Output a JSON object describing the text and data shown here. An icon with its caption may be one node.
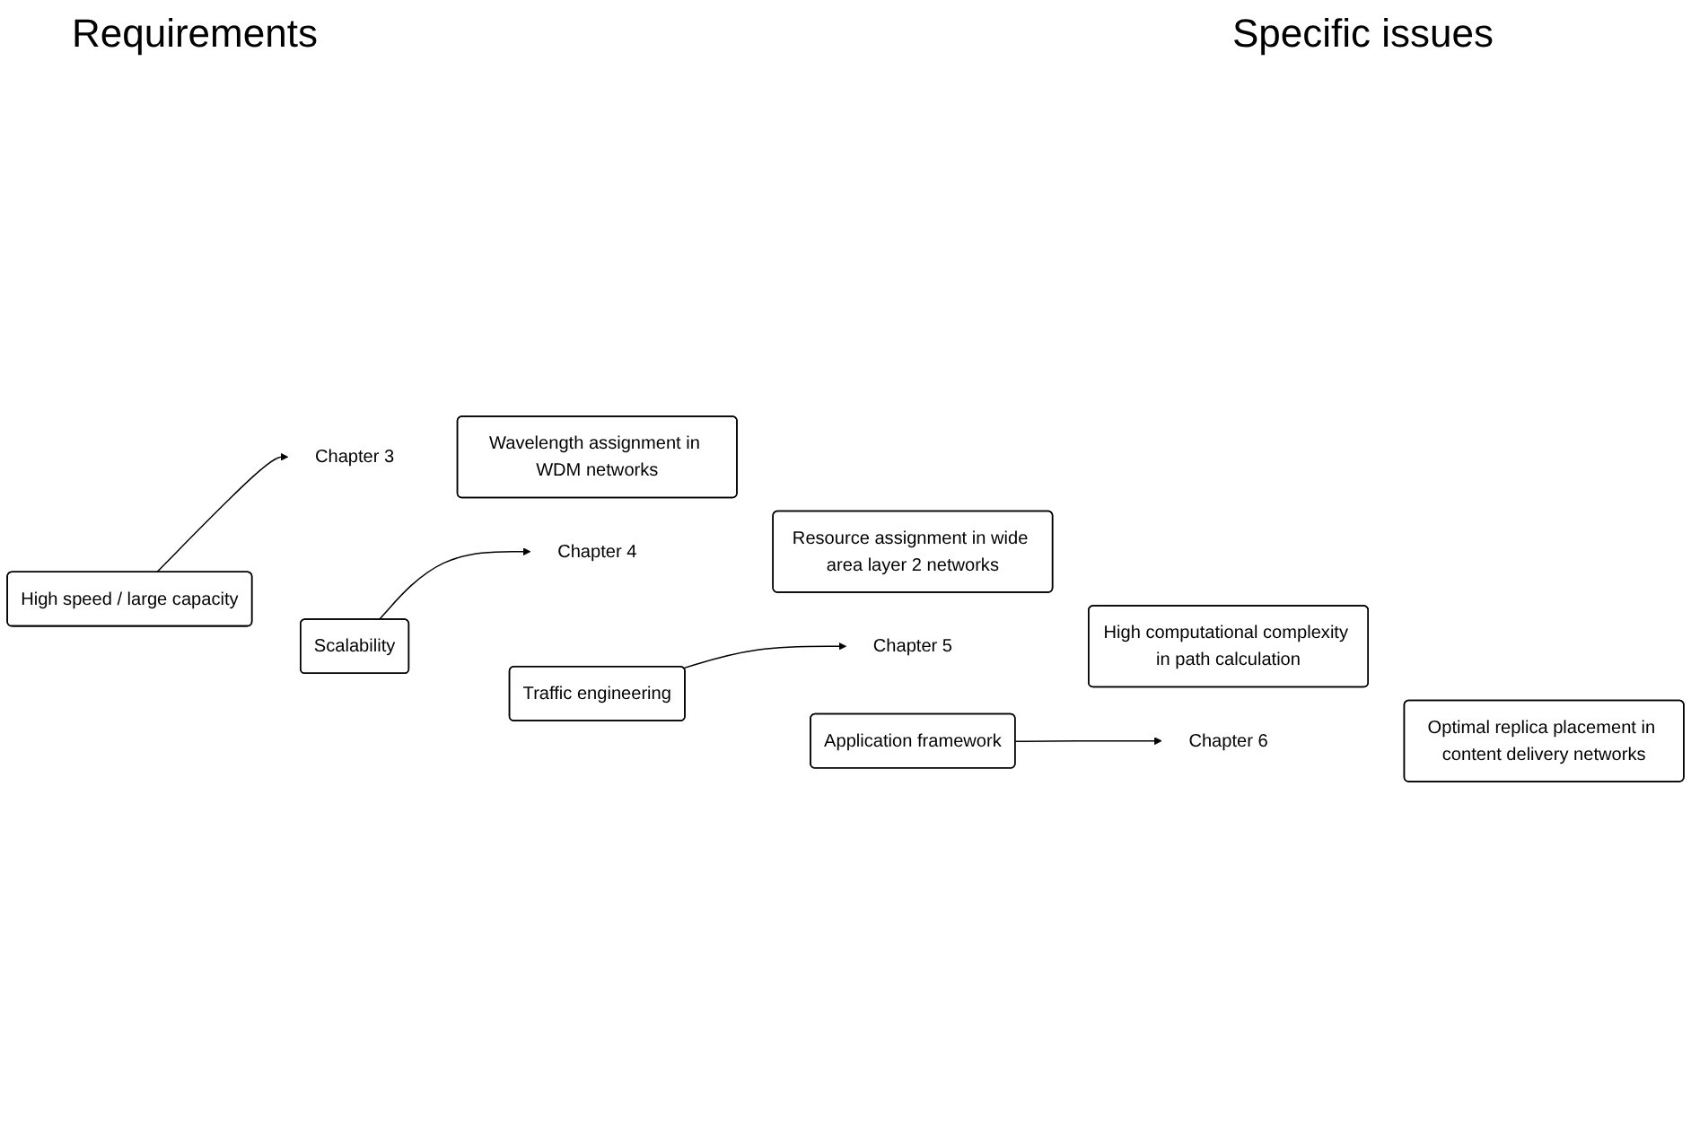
{
  "diagram": {
    "nodes": [
      {
        "text": [
          "High speed / large capacity"
        ]
      },
      {
        "text": [
          "Chapter 3"
        ]
      },
      {
        "text": [
          "Wavelength assignment in WDM networks"
        ]
      },
      {
        "text": [
          "Scalability"
        ]
      },
      {
        "text": [
          "Chapter 4"
        ]
      },
      {
        "text": [
          "Resource assignment in wide area layer 2 networks"
        ]
      },
      {
        "text": [
          "Traffic engineering"
        ]
      },
      {
        "text": [
          "Chapter 5"
        ]
      },
      {
        "text": [
          "High computational complexity in path calculation"
        ]
      },
      {
        "text": [
          "Application framework"
        ]
      },
      {
        "text": [
          "Chapter 6"
        ]
      },
      {
        "text": [
          "Optimal replica placement in content delivery networks"
        ]
      }
    ],
    "edges": [
      {
        "from": 0,
        "to": 1,
        "arrow": "to"
      },
      {
        "from": 3,
        "to": 4,
        "arrow": "to"
      },
      {
        "from": 6,
        "to": 7,
        "arrow": "to"
      },
      {
        "from": 9,
        "to": 10,
        "arrow": "to"
      }
    ],
    "labels": [
      "Requirements",
      "Specific issues"
    ]
  }
}
